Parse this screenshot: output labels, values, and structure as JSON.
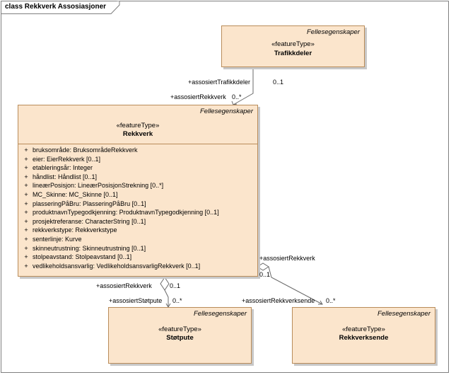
{
  "frame": {
    "title": "class Rekkverk Assosiasjoner"
  },
  "classes": {
    "trafikkdeler": {
      "tag": "Fellesegenskaper",
      "stereotype": "«featureType»",
      "name": "Trafikkdeler"
    },
    "rekkverk": {
      "tag": "Fellesegenskaper",
      "stereotype": "«featureType»",
      "name": "Rekkverk",
      "attributes": [
        {
          "vis": "+",
          "text": "bruksområde: BruksområdeRekkverk"
        },
        {
          "vis": "+",
          "text": "eier: EierRekkverk [0..1]"
        },
        {
          "vis": "+",
          "text": "etableringsår: Integer"
        },
        {
          "vis": "+",
          "text": "håndlist: Håndlist [0..1]"
        },
        {
          "vis": "+",
          "text": "lineærPosisjon: LineærPosisjonStrekning [0..*]"
        },
        {
          "vis": "+",
          "text": "MC_Skinne: MC_Skinne [0..1]"
        },
        {
          "vis": "+",
          "text": "plasseringPåBru: PlasseringPåBru [0..1]"
        },
        {
          "vis": "+",
          "text": "produktnavnTypegodkjenning: ProduktnavnTypegodkjenning [0..1]"
        },
        {
          "vis": "+",
          "text": "prosjektreferanse: CharacterString [0..1]"
        },
        {
          "vis": "+",
          "text": "rekkverkstype: Rekkverkstype"
        },
        {
          "vis": "+",
          "text": "senterlinje: Kurve"
        },
        {
          "vis": "+",
          "text": "skinneutrustning: Skinneutrustning [0..1]"
        },
        {
          "vis": "+",
          "text": "stolpeavstand: Stolpeavstand [0..1]"
        },
        {
          "vis": "+",
          "text": "vedlikeholdsansvarlig: VedlikeholdsansvarligRekkverk [0..1]"
        }
      ]
    },
    "stotpute": {
      "tag": "Fellesegenskaper",
      "stereotype": "«featureType»",
      "name": "Støtpute"
    },
    "rekkverksende": {
      "tag": "Fellesegenskaper",
      "stereotype": "«featureType»",
      "name": "Rekkverksende"
    }
  },
  "associations": {
    "trafikkdeler": {
      "role_a": "+assosiertTrafikkdeler",
      "mult_a": "0..1",
      "role_b": "+assosiertRekkverk",
      "mult_b": "0..*"
    },
    "stotpute": {
      "role_a": "+assosiertRekkverk",
      "mult_a": "0..1",
      "role_b": "+assosiertStøtpute",
      "mult_b": "0..*"
    },
    "rekkverksende": {
      "role_a": "+assosiertRekkverk",
      "mult_a": "0..1",
      "role_b": "+assosiertRekkverksende",
      "mult_b": "0..*"
    }
  }
}
